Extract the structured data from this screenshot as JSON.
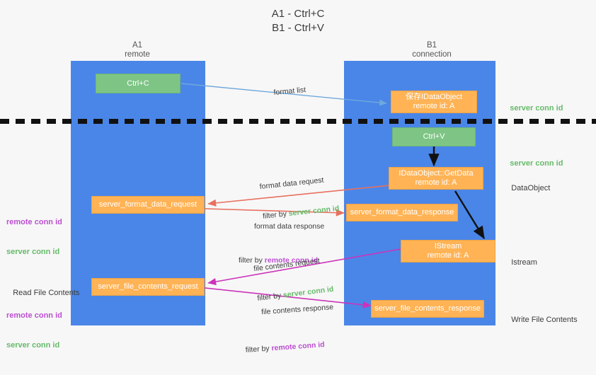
{
  "title": {
    "line1": "A1 - Ctrl+C",
    "line2": "B1 - Ctrl+V"
  },
  "columns": [
    {
      "name": "A1",
      "sub": "remote"
    },
    {
      "name": "B1",
      "sub": "connection"
    }
  ],
  "nodes": {
    "ctrl_c": {
      "label": "Ctrl+C"
    },
    "save_idataobject": {
      "line1": "保存IDataObject",
      "line2": "remote id: A"
    },
    "ctrl_v": {
      "label": "Ctrl+V"
    },
    "getdata": {
      "line1": "IDataObject::GetData",
      "line2": "remote id: A"
    },
    "istream": {
      "line1": "IStream",
      "line2": "remote id: A"
    },
    "server_format_data_request": {
      "label": "server_format_data_request"
    },
    "server_format_data_response": {
      "label": "server_format_data_response"
    },
    "server_file_contents_request": {
      "label": "server_file_contents_request"
    },
    "server_file_contents_response": {
      "label": "server_file_contents_response"
    }
  },
  "flow_labels": {
    "format_list": "format list",
    "format_data_request": "format data request",
    "format_data_request_filter_prefix": "filter by ",
    "format_data_request_filter_key": "server conn id",
    "format_data_response": "format data response",
    "format_data_response_filter_prefix": "filter by ",
    "format_data_response_filter_key": "remote conn id",
    "file_contents_request": "file contents request",
    "file_contents_request_filter_prefix": "filter by ",
    "file_contents_request_filter_key": "server conn id",
    "file_contents_response": "file contents response",
    "file_contents_response_filter_prefix": "filter by ",
    "file_contents_response_filter_key": "remote conn id"
  },
  "right_labels": {
    "server_conn_id_top": "server conn id",
    "server_conn_id_mid": "server conn id",
    "dataobject": "DataObject",
    "istream": "Istream",
    "write_file_contents": "Write File Contents"
  },
  "left_labels": {
    "remote_conn_id_1": "remote conn id",
    "server_conn_id_1": "server conn id",
    "read_file_contents": "Read File Contents",
    "remote_conn_id_2": "remote conn id",
    "server_conn_id_2": "server conn id"
  },
  "colors": {
    "lane": "#4a86e8",
    "node_green": "#7ec585",
    "node_orange": "#ffb355",
    "key_green": "#66bb6a",
    "key_purple": "#bb4fd0",
    "arrow_blue": "#6fa8dc",
    "arrow_red": "#e8705f",
    "arrow_magenta": "#cc33bb",
    "arrow_black": "#111111",
    "background": "#f7f7f7"
  }
}
